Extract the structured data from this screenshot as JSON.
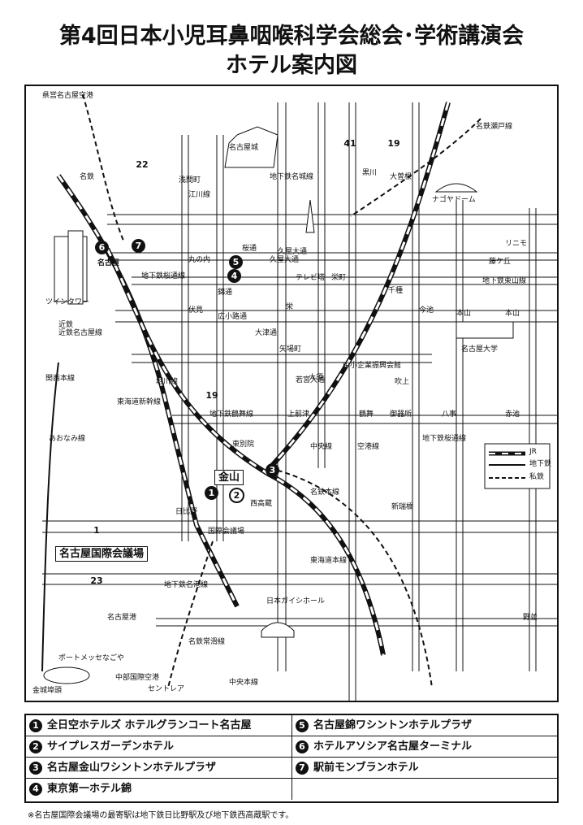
{
  "title": {
    "line1": "第4回日本小児耳鼻咽喉科学会総会･学術講演会",
    "line2": "ホテル案内図"
  },
  "map": {
    "routes": [
      "22",
      "41",
      "19",
      "19",
      "1",
      "23"
    ],
    "hotel_markers": [
      "1",
      "2",
      "3",
      "4",
      "5",
      "6",
      "7"
    ],
    "stations": {
      "asama": "浅間町",
      "marunouchi": "丸の内",
      "hisaya": "久屋大通",
      "kurokawa": "黒川",
      "ozone": "大曽根",
      "sengen": "千種",
      "imaike": "今池",
      "motoyama": "本山",
      "fushimi": "伏見",
      "sakae": "栄",
      "kanayama": "金山",
      "higashibetsuin": "東別院",
      "hibino": "日比野",
      "nishitakakura": "西高蔵",
      "shinmizuhashi": "新瑞橋",
      "tsurumai": "鶴舞",
      "gokiso": "御器所",
      "yagoto": "八事",
      "akaike": "赤池",
      "yabacho": "矢場町",
      "kamimaezu": "上前津",
      "fukiage": "吹上",
      "nagoyako": "名古屋港",
      "fujigaoka": "藤ケ丘",
      "nokami": "野並",
      "kinjofuto": "金城埠頭",
      "osu": "大須"
    },
    "lines": {
      "meitetsu": "名鉄",
      "sakura_dori": "地下鉄桜通線",
      "higashiyama": "地下鉄東山線",
      "meijo": "地下鉄名城線",
      "tsurumai_line": "地下鉄鶴舞線",
      "sakuradori_vert": "地下鉄桜通線",
      "tokaido_shinkansen": "東海道新幹線",
      "tokaido_honsen": "東海道本線",
      "meitetsu_honsen": "名鉄本線",
      "meitetsu_seto": "名鉄瀬戸線",
      "kintetsu": "近鉄名古屋線",
      "kansai": "関西本線",
      "aonami": "あおなみ線",
      "meiko": "地下鉄名港線",
      "kinjo": "名鉄常滑線",
      "chuo": "中央線",
      "jr_chuo": "中央本線",
      "kintetsu2": "近鉄"
    },
    "streets": {
      "sakura_dori": "桜通",
      "nishiki_dori": "錦通",
      "hirokoji": "広小路通",
      "otsu_dori": "大津通",
      "wakamiya": "若宮大通",
      "kuko": "空港線",
      "enjo": "江川線",
      "shimizu": "本山",
      "sakae_ji": "栄町",
      "hisaya_odori": "久屋大通",
      "horikawa": "堀川線"
    },
    "landmarks": {
      "castle": "名古屋城",
      "dome": "ナゴヤドーム",
      "tv_tower": "テレビ塔",
      "twin_tower": "ツインタワー",
      "meieki": "名古屋",
      "univ": "名古屋大学",
      "chusho": "中小企業振興会館",
      "gaishi": "日本ガイシホール",
      "portmesse": "ポートメッセなごや",
      "airport_prefecture": "県営名古屋空港",
      "centrair_1": "中部国際空港",
      "centrair_2": "セントレア",
      "kokusai_small": "国際会議場",
      "linimo": "リニモ",
      "kanayama_box": "金山",
      "venue": "名古屋国際会議場"
    },
    "legend": {
      "jr": "JR",
      "subway": "地下鉄",
      "private": "私鉄"
    }
  },
  "hotels": [
    {
      "n": "1",
      "name": "全日空ホテルズ ホテルグランコート名古屋"
    },
    {
      "n": "2",
      "name": "サイプレスガーデンホテル"
    },
    {
      "n": "3",
      "name": "名古屋金山ワシントンホテルプラザ"
    },
    {
      "n": "4",
      "name": "東京第一ホテル錦"
    },
    {
      "n": "5",
      "name": "名古屋錦ワシントンホテルプラザ"
    },
    {
      "n": "6",
      "name": "ホテルアソシア名古屋ターミナル"
    },
    {
      "n": "7",
      "name": "駅前モンブランホテル"
    }
  ],
  "note": "※名古屋国際会議場の最寄駅は地下鉄日比野駅及び地下鉄西高蔵駅です。"
}
